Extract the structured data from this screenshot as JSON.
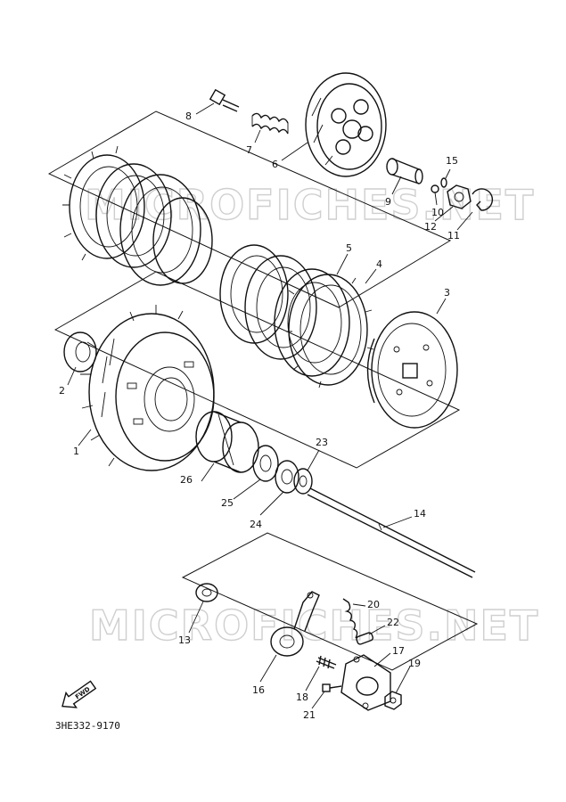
{
  "watermark": {
    "text": "MICROFICHES.NET"
  },
  "diagram_code": "3HE332-9170",
  "front_indicator": {
    "label": "FWD"
  },
  "callouts": [
    "1",
    "2",
    "3",
    "4",
    "5",
    "6",
    "7",
    "8",
    "9",
    "10",
    "11",
    "12",
    "13",
    "14",
    "15",
    "16",
    "17",
    "18",
    "19",
    "20",
    "21",
    "22",
    "23",
    "24",
    "25",
    "26"
  ]
}
